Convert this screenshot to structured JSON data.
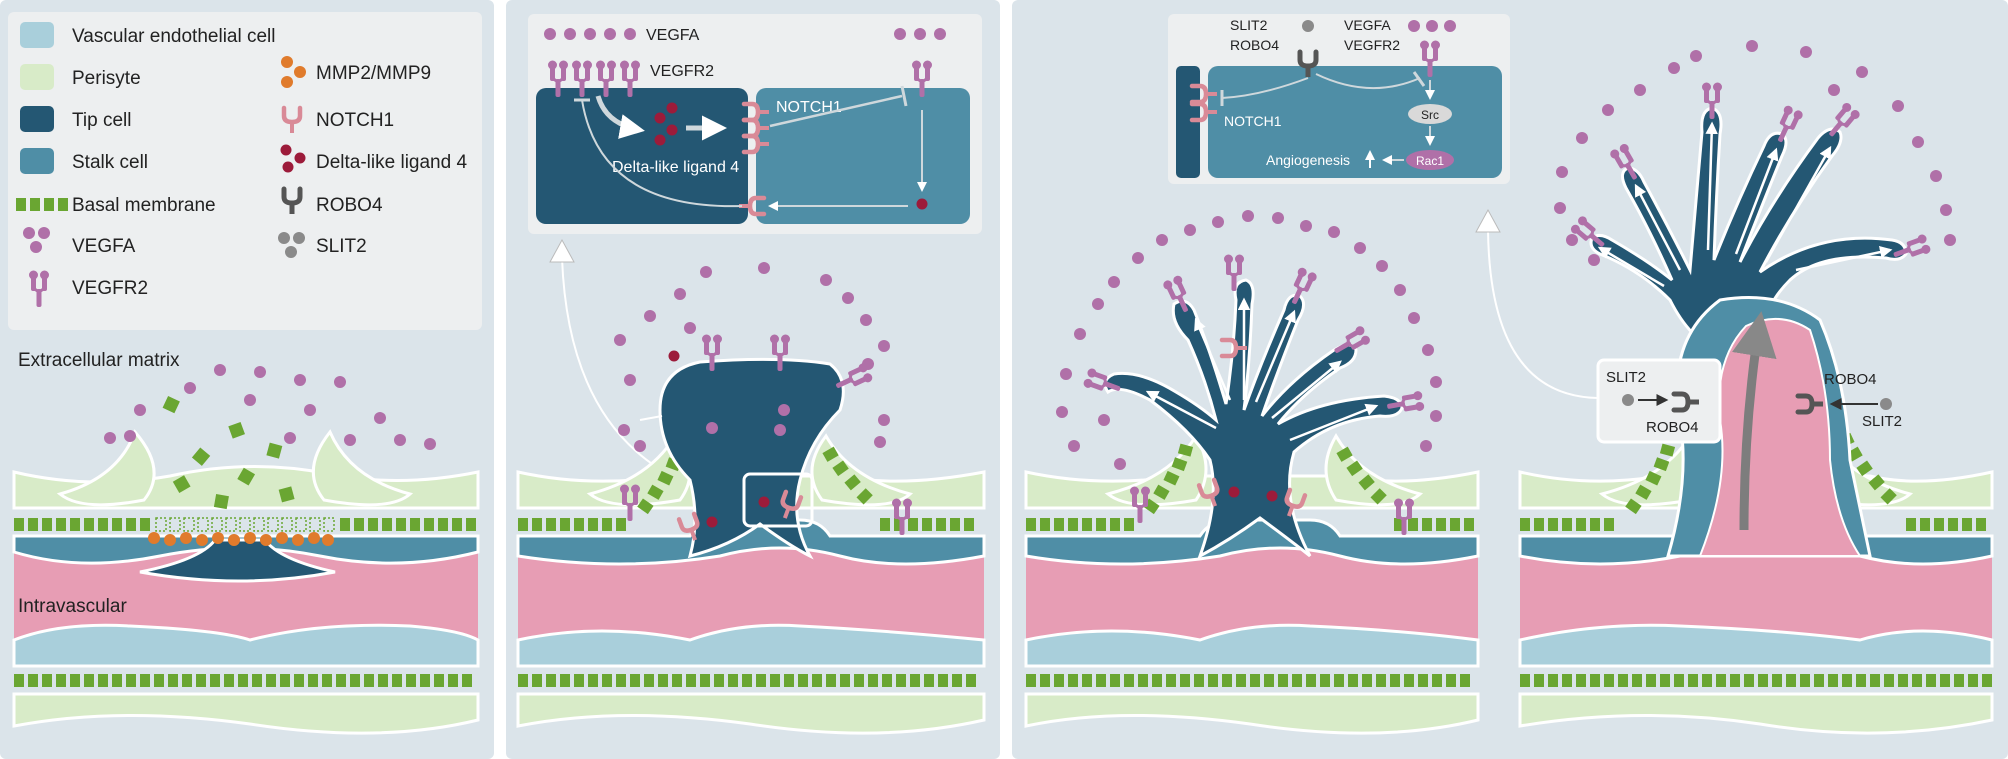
{
  "legend": {
    "items": {
      "endothelial": "Vascular endothelial cell",
      "perisyte": "Perisyte",
      "tip": "Tip cell",
      "stalk": "Stalk cell",
      "basal": "Basal membrane",
      "vegfa": "VEGFA",
      "vegfr2": "VEGFR2",
      "mmp": "MMP2/MMP9",
      "notch1": "NOTCH1",
      "dll4": "Delta-like ligand 4",
      "robo4": "ROBO4",
      "slit2": "SLIT2"
    }
  },
  "panel1": {
    "ecm_label": "Extracellular matrix",
    "intravascular_label": "Intravascular"
  },
  "inset2": {
    "vegfa": "VEGFA",
    "vegfr2": "VEGFR2",
    "notch1": "NOTCH1",
    "dll4": "Delta-like ligand 4"
  },
  "inset3": {
    "slit2": "SLIT2",
    "robo4": "ROBO4",
    "vegfa": "VEGFA",
    "vegfr2": "VEGFR2",
    "notch1": "NOTCH1",
    "src": "Src",
    "rac1": "Rac1",
    "angiogenesis": "Angiogenesis"
  },
  "panel4": {
    "box_slit2": "SLIT2",
    "box_robo4": "ROBO4",
    "right_robo4": "ROBO4",
    "right_slit2": "SLIT2"
  },
  "colors": {
    "background": "#dbe4ea",
    "endothelial": "#a9cfdb",
    "perisyte": "#d8ebc8",
    "tip": "#245773",
    "stalk": "#4f8ea6",
    "basal": "#6aa632",
    "vegfa": "#b070a8",
    "mmp": "#e07b2c",
    "notch": "#d98a97",
    "dll4": "#9c1b3a",
    "robo": "#555555",
    "slit": "#8a8a8a",
    "blood": "#e79db4"
  }
}
